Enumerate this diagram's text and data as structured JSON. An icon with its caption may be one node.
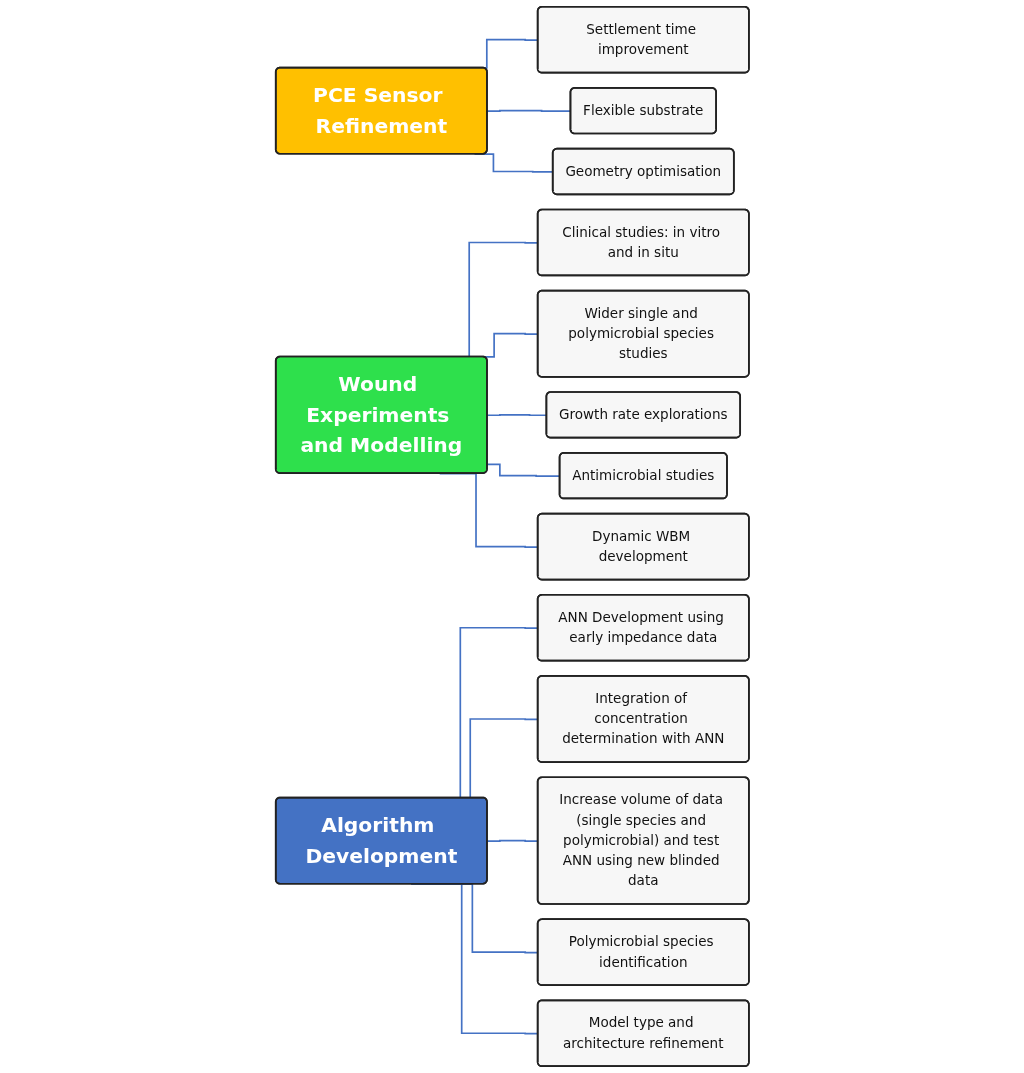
{
  "diagram": {
    "nodes": [
      {
        "text": [
          "PCE Sensor Refinement"
        ]
      },
      {
        "text": [
          "Settlement time improvement"
        ]
      },
      {
        "text": [
          "Flexible substrate"
        ]
      },
      {
        "text": [
          "Geometry optimisation"
        ]
      },
      {
        "text": [
          "Wound Experiments and Modelling"
        ]
      },
      {
        "text": [
          "Clinical studies: in vitro and in situ"
        ]
      },
      {
        "text": [
          "Wider single and polymicrobial species studies"
        ]
      },
      {
        "text": [
          "Growth rate explorations"
        ]
      },
      {
        "text": [
          "Antimicrobial studies"
        ]
      },
      {
        "text": [
          "Dynamic WBM development"
        ]
      },
      {
        "text": [
          "Algorithm Development"
        ]
      },
      {
        "text": [
          "ANN Development using early impedance data"
        ]
      },
      {
        "text": [
          "Integration of concentration determination with ANN"
        ]
      },
      {
        "text": [
          "Increase volume of data (single species and polymicrobial) and test ANN using new blinded data"
        ]
      },
      {
        "text": [
          "Polymicrobial species identification"
        ]
      },
      {
        "text": [
          "Model type and architecture refinement"
        ]
      }
    ],
    "edges": [
      {
        "from": 0,
        "to": 1,
        "arrow": "none"
      },
      {
        "from": 0,
        "to": 2,
        "arrow": "none"
      },
      {
        "from": 0,
        "to": 3,
        "arrow": "none"
      },
      {
        "from": 4,
        "to": 5,
        "arrow": "none"
      },
      {
        "from": 4,
        "to": 6,
        "arrow": "none"
      },
      {
        "from": 4,
        "to": 7,
        "arrow": "none"
      },
      {
        "from": 4,
        "to": 8,
        "arrow": "none"
      },
      {
        "from": 4,
        "to": 9,
        "arrow": "none"
      },
      {
        "from": 10,
        "to": 11,
        "arrow": "none"
      },
      {
        "from": 10,
        "to": 12,
        "arrow": "none"
      },
      {
        "from": 10,
        "to": 13,
        "arrow": "none"
      },
      {
        "from": 10,
        "to": 14,
        "arrow": "none"
      },
      {
        "from": 10,
        "to": 15,
        "arrow": "none"
      }
    ]
  }
}
